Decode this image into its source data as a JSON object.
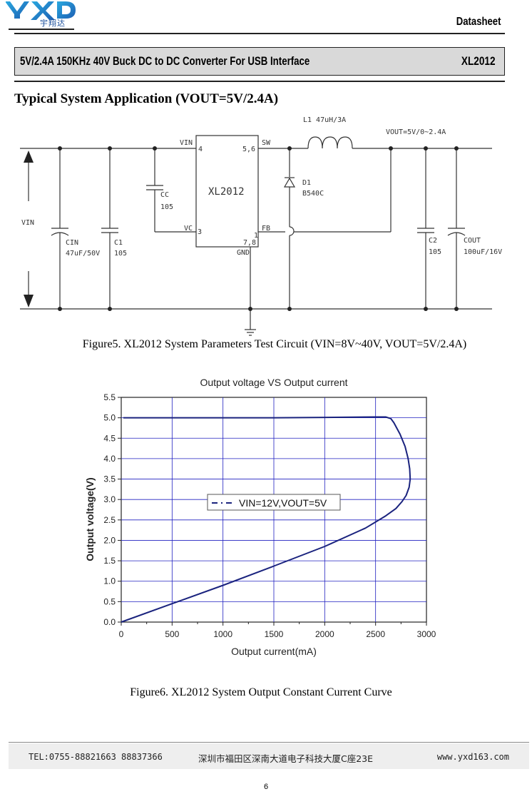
{
  "header": {
    "logo_text": "宇翔达",
    "doc_type": "Datasheet",
    "product_title": "5V/2.4A 150KHz 40V Buck DC to DC Converter For USB Interface",
    "part_number": "XL2012"
  },
  "section": {
    "heading": "Typical System Application (VOUT=5V/2.4A)"
  },
  "circuit": {
    "chip": "XL2012",
    "pins": {
      "vin": "VIN",
      "vin_num": "4",
      "sw": "SW",
      "sw_num": "5,6",
      "vc": "VC",
      "vc_num": "3",
      "fb": "FB",
      "fb_num": "1",
      "gnd": "GND",
      "gnd_num": "7,8"
    },
    "input_label": "VIN",
    "inductor": "L1 47uH/3A",
    "vout_label": "VOUT=5V/0~2.4A",
    "diode_name": "D1",
    "diode_part": "B540C",
    "cc_name": "CC",
    "cc_value": "105",
    "cin_name": "CIN",
    "cin_value": "47uF/50V",
    "c1_name": "C1",
    "c1_value": "105",
    "c2_name": "C2",
    "c2_value": "105",
    "cout_name": "COUT",
    "cout_value": "100uF/16V"
  },
  "figure5_caption": "Figure5. XL2012 System Parameters Test Circuit (VIN=8V~40V, VOUT=5V/2.4A)",
  "chart_data": {
    "type": "line",
    "title": "Output voltage VS Output current",
    "xlabel": "Output current(mA)",
    "ylabel": "Output voltage(V)",
    "xlim": [
      0,
      3000
    ],
    "ylim": [
      0,
      5.5
    ],
    "xticks": [
      "0",
      "500",
      "1000",
      "1500",
      "2000",
      "2500",
      "3000"
    ],
    "yticks": [
      "0.0",
      "0.5",
      "1.0",
      "1.5",
      "2.0",
      "2.5",
      "3.0",
      "3.5",
      "4.0",
      "4.5",
      "5.0",
      "5.5"
    ],
    "grid": true,
    "legend_position": "center",
    "series": [
      {
        "name": "VIN=12V,VOUT=5V",
        "color": "#1a237e",
        "x": [
          0,
          500,
          1000,
          1500,
          2000,
          2400,
          2600,
          2700,
          2760,
          2800,
          2830,
          2840,
          2835,
          2820,
          2790,
          2740,
          2680,
          2650,
          2600,
          2500,
          2000,
          1500,
          1000,
          500,
          20
        ],
        "y": [
          0.0,
          0.45,
          0.9,
          1.37,
          1.85,
          2.3,
          2.6,
          2.78,
          2.95,
          3.1,
          3.3,
          3.5,
          3.75,
          4.0,
          4.3,
          4.6,
          4.88,
          4.98,
          5.02,
          5.02,
          5.01,
          5.0,
          5.0,
          5.0,
          5.0
        ]
      }
    ]
  },
  "figure6_caption": "Figure6. XL2012 System Output Constant Current Curve",
  "footer": {
    "tel": "TEL:0755-88821663  88837366",
    "address": "深圳市福田区深南大道电子科技大厦C座23E",
    "website": "www.yxd163.com"
  },
  "page_number": "6"
}
